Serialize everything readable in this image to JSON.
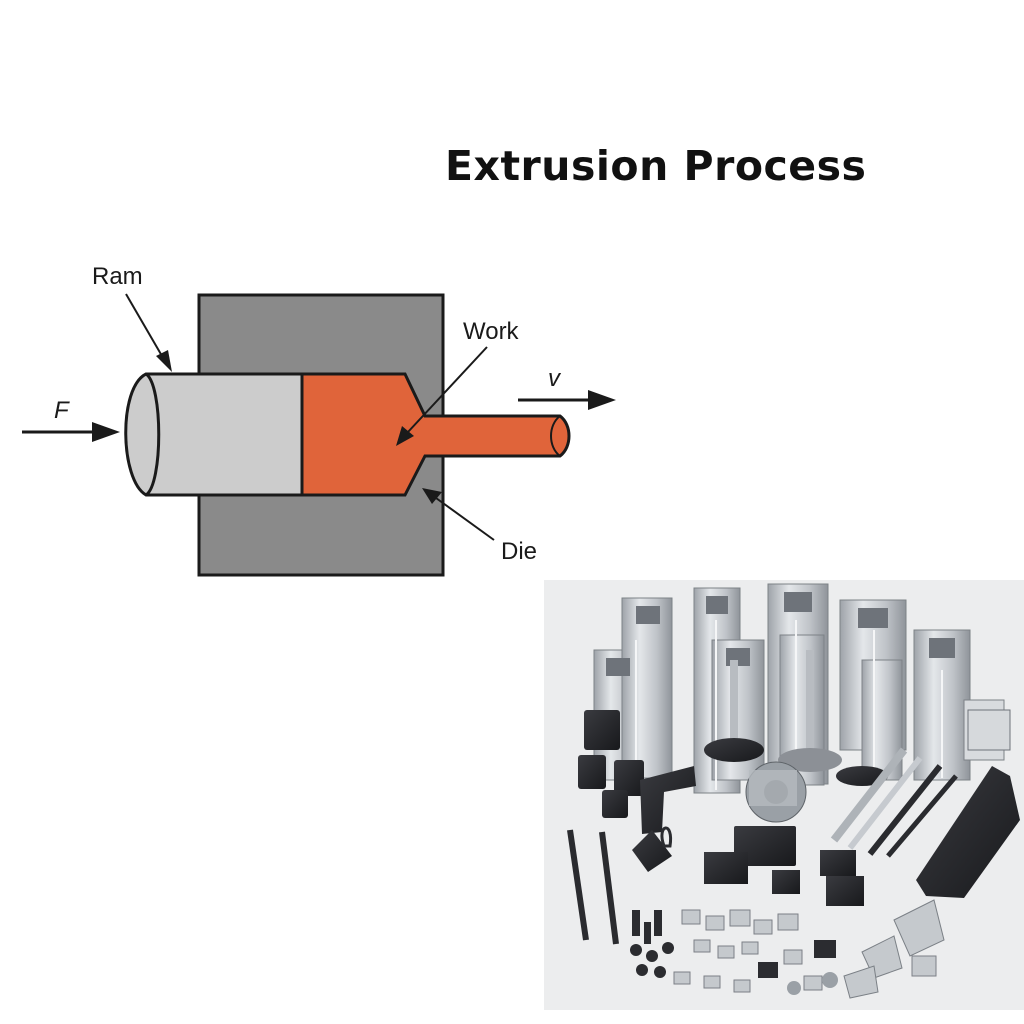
{
  "title": "Extrusion Process",
  "diagram": {
    "labels": {
      "ram": "Ram",
      "work": "Work",
      "die": "Die",
      "force": "F",
      "velocity": "v"
    },
    "colors": {
      "die": "#8a8a8a",
      "ram": "#cccccc",
      "work": "#e0643a",
      "outline": "#1a1a1a"
    }
  },
  "photo": {
    "subject": "aluminum extrusion profiles and accessories",
    "colors": {
      "aluminum": "#c9cdd2",
      "black_parts": "#2b2c30",
      "background": "#ecedee"
    }
  }
}
